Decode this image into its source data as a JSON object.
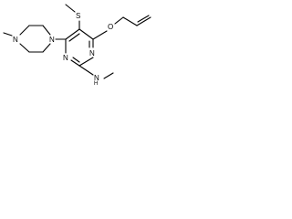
{
  "molecule": {
    "atoms": {
      "n_piperazine_outer": "N",
      "n_piperazine_inner": "N",
      "n_ring_upper": "N",
      "n_ring_lower": "N",
      "s_thioether": "S",
      "o_ether": "O",
      "n_amine": "N",
      "h_amine": "H"
    },
    "colors": {
      "bond": "#000000",
      "label": "#000000",
      "background": "#ffffff"
    }
  }
}
